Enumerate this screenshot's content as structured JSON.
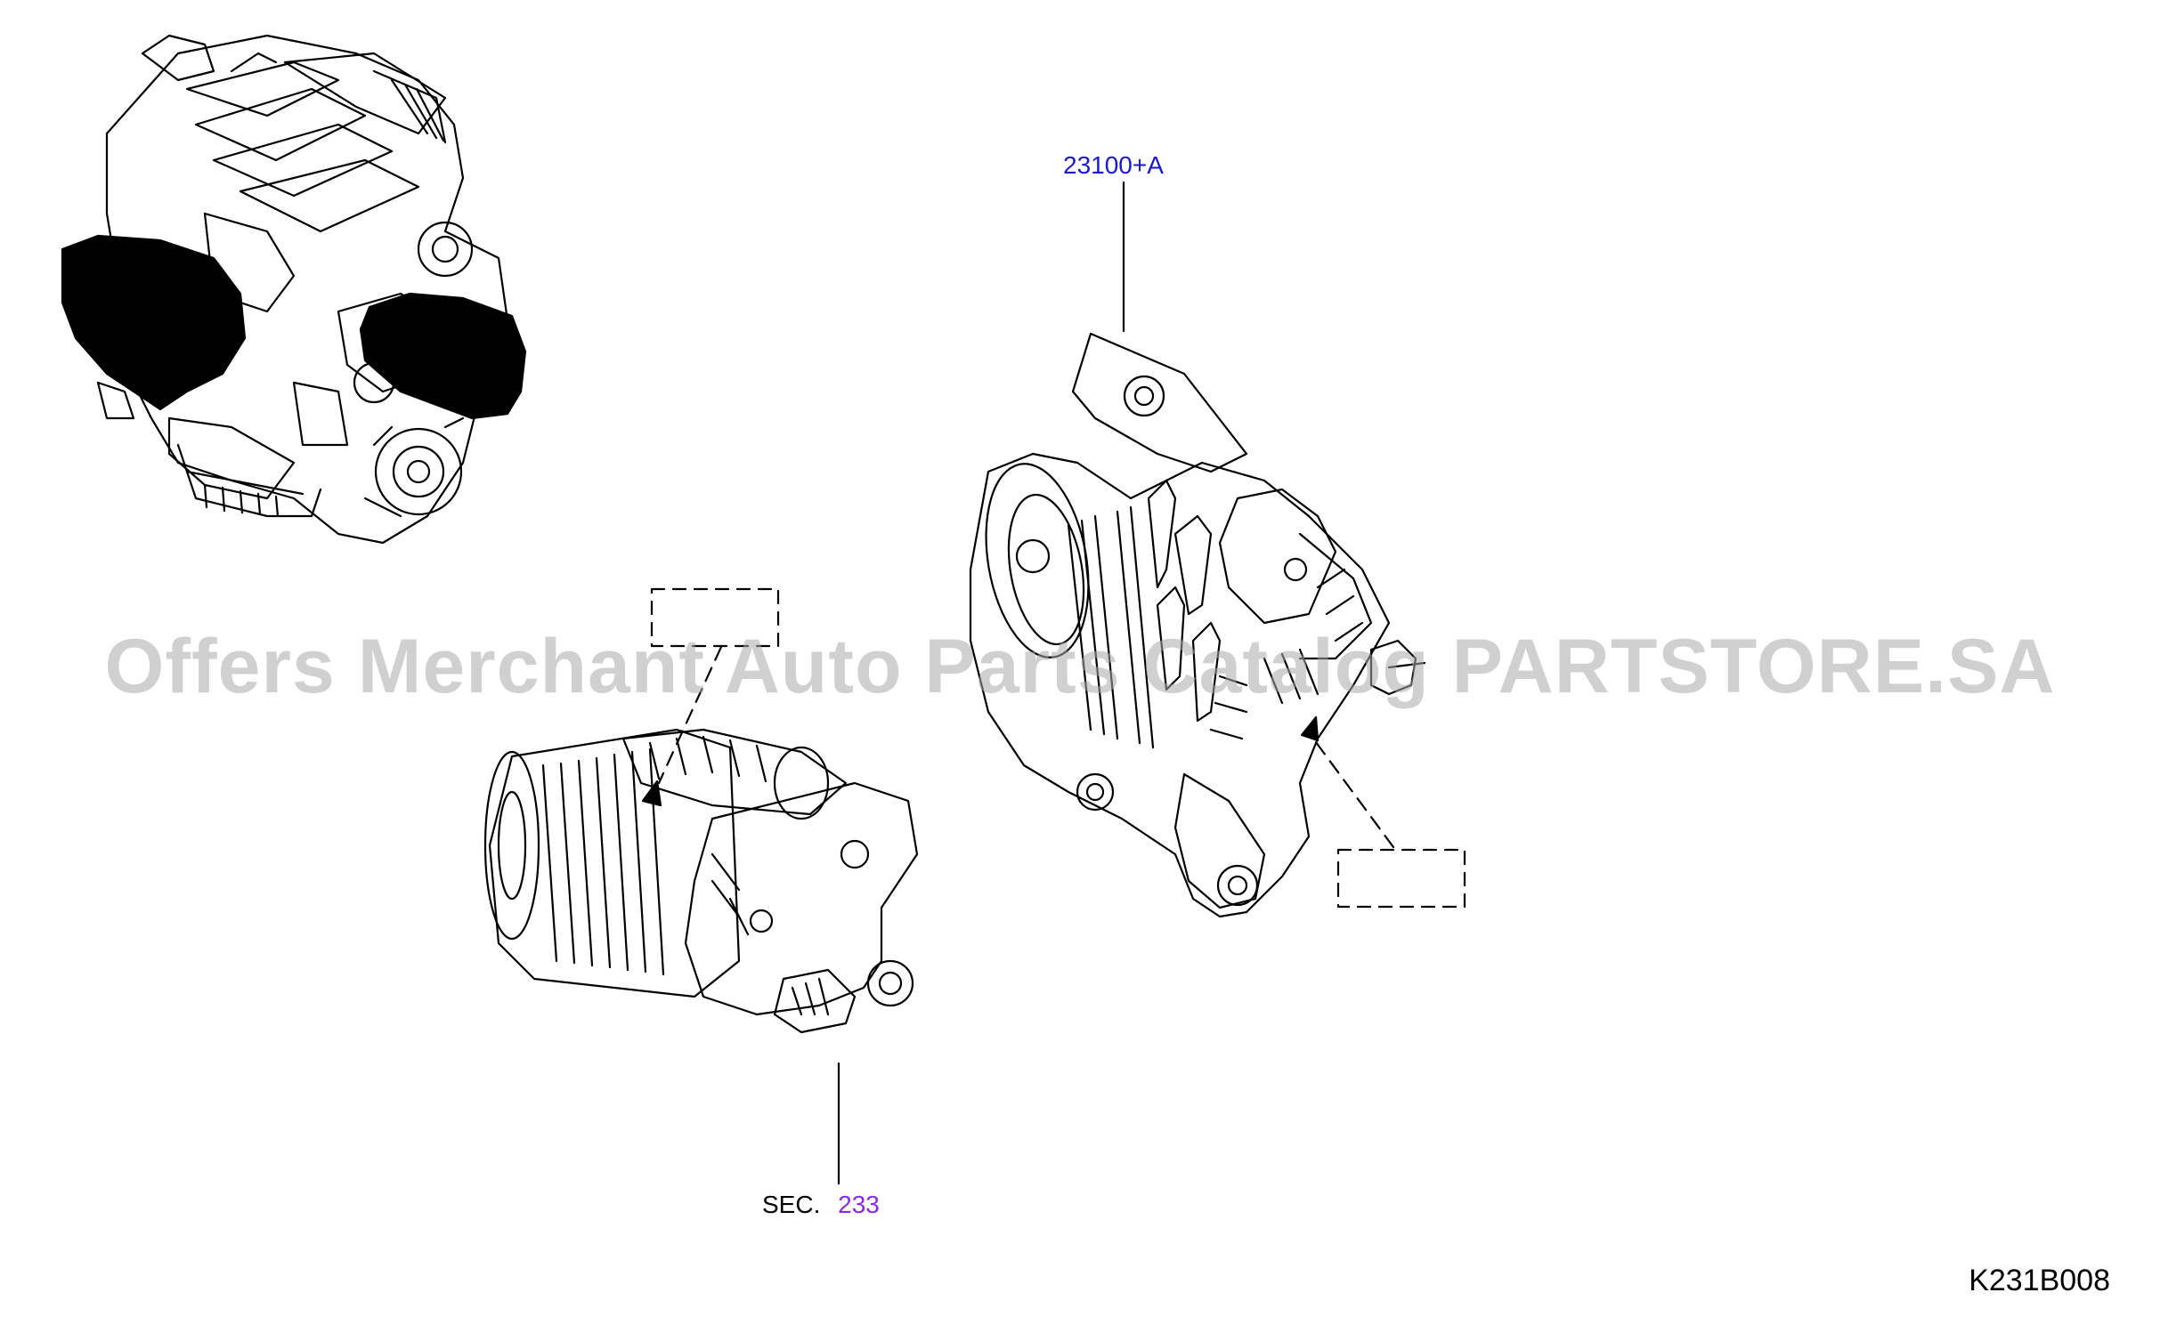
{
  "diagram": {
    "callouts": {
      "alternator_part": "23100+A",
      "starter_sec_prefix": "SEC.",
      "starter_sec_number": "233"
    },
    "figure_code": "K231B008",
    "watermark": "Offers Merchant Auto Parts Catalog PARTSTORE.SA",
    "colors": {
      "part_link": "#1a1acc",
      "section_link": "#8a2be2",
      "line": "#000000",
      "watermark": "#aaaaaa"
    }
  }
}
